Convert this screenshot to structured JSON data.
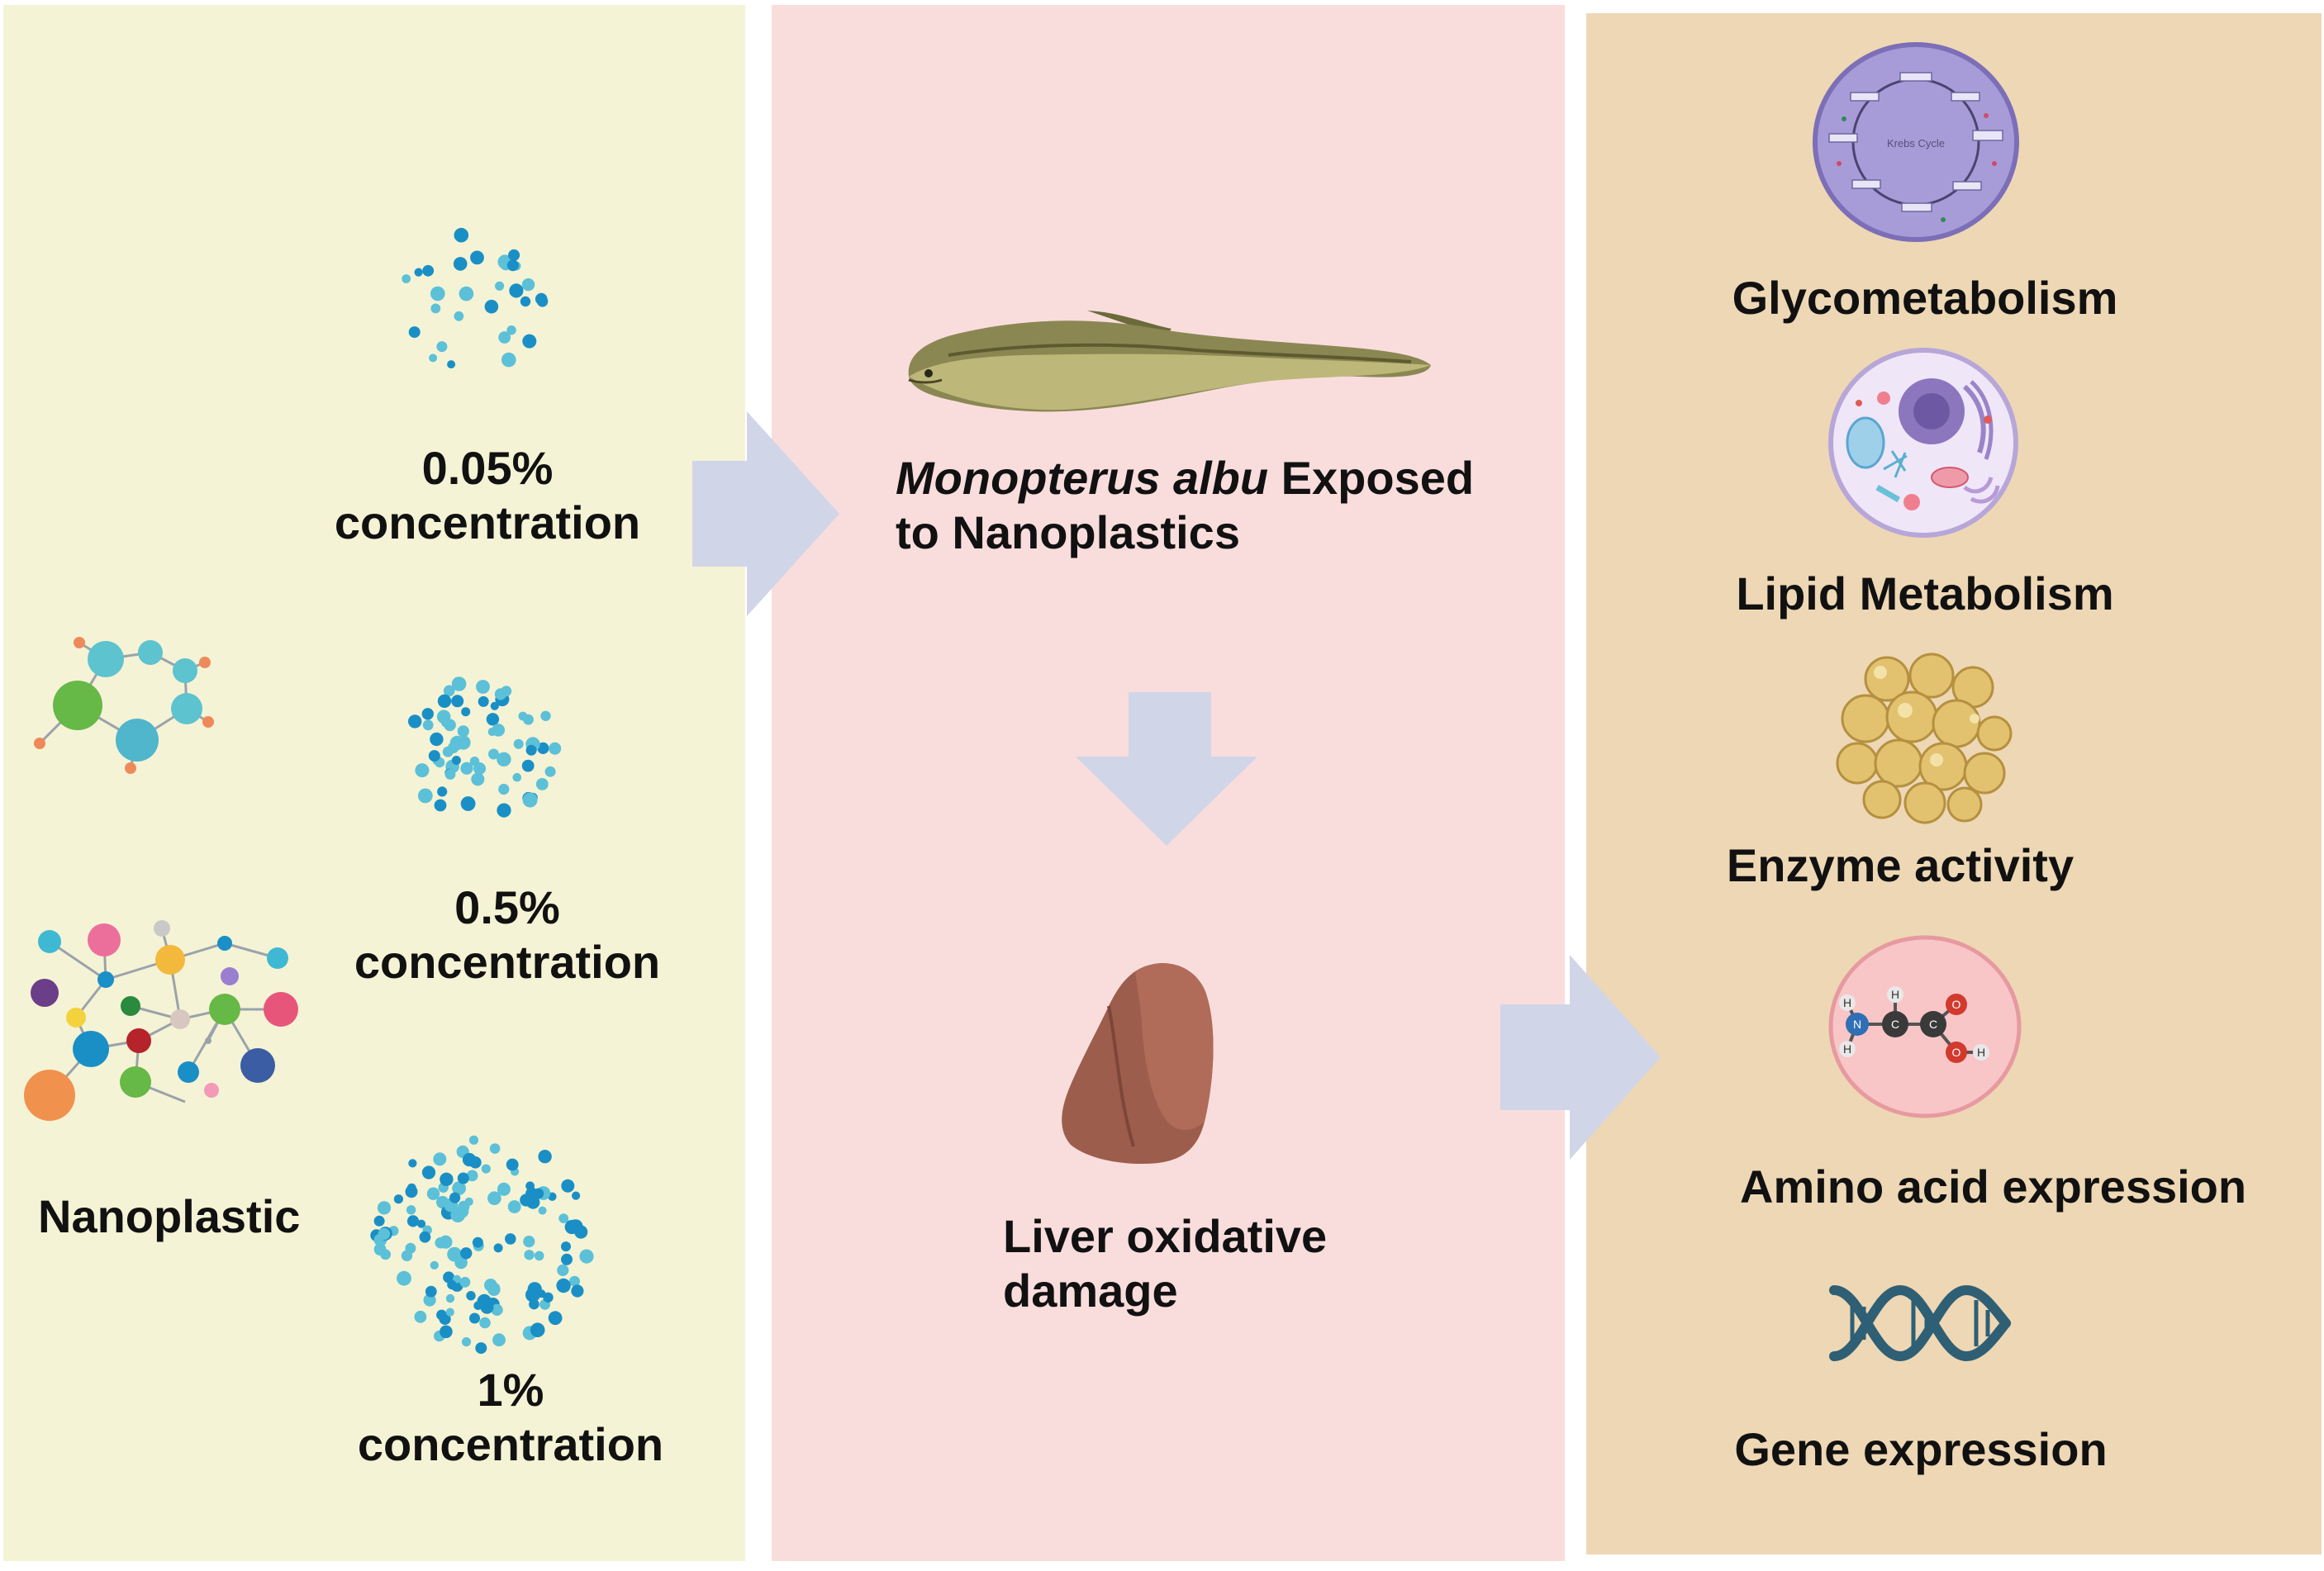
{
  "colors": {
    "left_panel": "#f5f3d5",
    "middle_panel": "#f9dddc",
    "right_panel": "#eed7b4",
    "arrow": "#d1d5e8",
    "particle_light": "#5cc0d8",
    "particle_dark": "#1a8fc6"
  },
  "left": {
    "concentration_1": {
      "value": "0.05%",
      "label": "concentration"
    },
    "concentration_2": {
      "value": "0.5%",
      "label": "concentration"
    },
    "concentration_3": {
      "value": "1%",
      "label": "concentration"
    },
    "nanoplastic_label": "Nanoplastic"
  },
  "middle": {
    "species": "Monopterus albu",
    "exposed_line1_rest": " Exposed",
    "exposed_line2": "to Nanoplastics",
    "liver_line1": "Liver oxidative",
    "liver_line2": "damage"
  },
  "right": {
    "items": [
      {
        "label": "Glycometabolism",
        "icon": "krebs-cycle-icon"
      },
      {
        "label": "Lipid Metabolism",
        "icon": "cell-icon"
      },
      {
        "label": "Enzyme activity",
        "icon": "fat-cells-icon"
      },
      {
        "label": "Amino acid expression",
        "icon": "amino-acid-molecule-icon"
      },
      {
        "label": "Gene expression",
        "icon": "dna-icon"
      }
    ],
    "krebs_center_label": "Krebs Cycle",
    "amino_atoms": [
      "H",
      "N",
      "C",
      "C",
      "O",
      "O",
      "H",
      "H",
      "H"
    ]
  }
}
